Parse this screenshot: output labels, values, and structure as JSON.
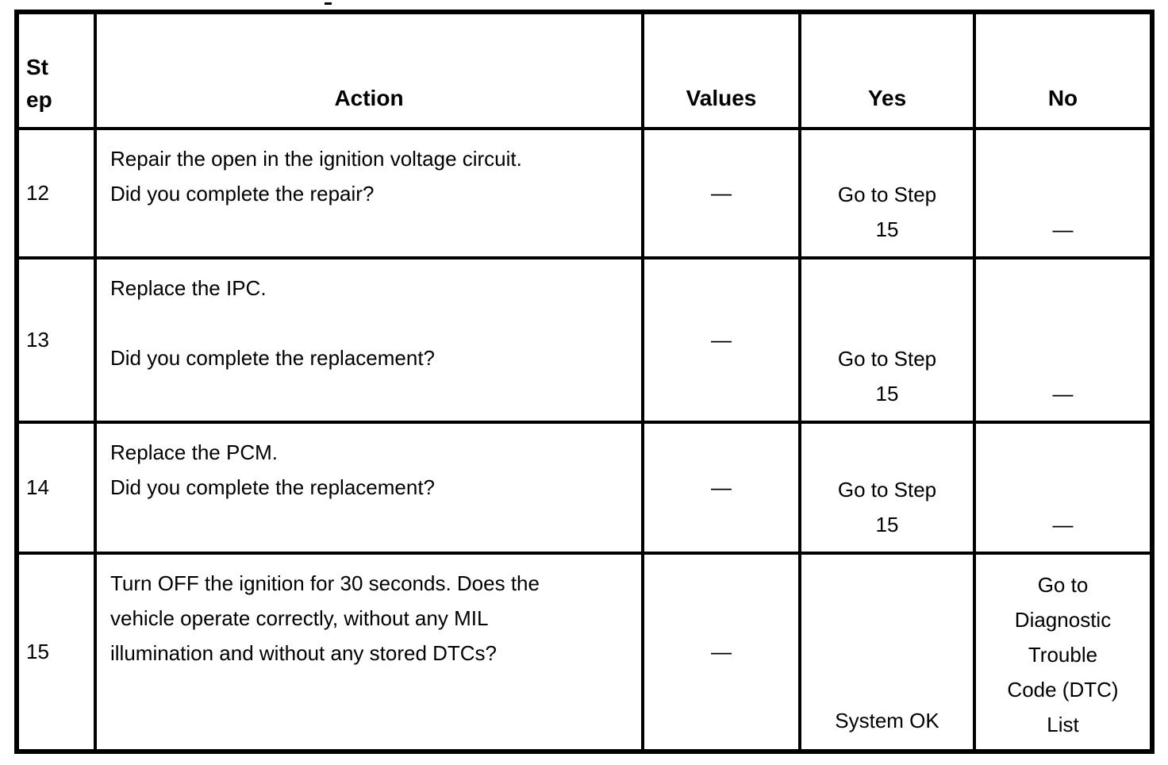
{
  "colors": {
    "background": "#ffffff",
    "text": "#000000",
    "border": "#000000"
  },
  "decorations": {
    "stray_mark": "-"
  },
  "table": {
    "columns": [
      {
        "key": "step",
        "label": "St\nep"
      },
      {
        "key": "action",
        "label": "Action"
      },
      {
        "key": "values",
        "label": "Values"
      },
      {
        "key": "yes",
        "label": "Yes"
      },
      {
        "key": "no",
        "label": "No"
      }
    ],
    "rows": [
      {
        "step": "12",
        "action": "Repair the open in the ignition voltage circuit.\nDid you complete the repair?",
        "values": "—",
        "yes": "Go to Step\n15",
        "no": "—"
      },
      {
        "step": "13",
        "action": "Replace the IPC.\n\nDid you complete the replacement?",
        "values": "—",
        "yes": "Go to Step\n15",
        "no": "—"
      },
      {
        "step": "14",
        "action": "Replace the PCM.\nDid you complete the replacement?",
        "values": "—",
        "yes": "Go to Step\n15",
        "no": "—"
      },
      {
        "step": "15",
        "action": "Turn OFF the ignition for 30 seconds. Does the\nvehicle operate correctly, without any MIL\nillumination and without any stored DTCs?",
        "values": "—",
        "yes": "System OK",
        "no": "Go to\nDiagnostic\nTrouble\nCode (DTC)\nList"
      }
    ]
  }
}
